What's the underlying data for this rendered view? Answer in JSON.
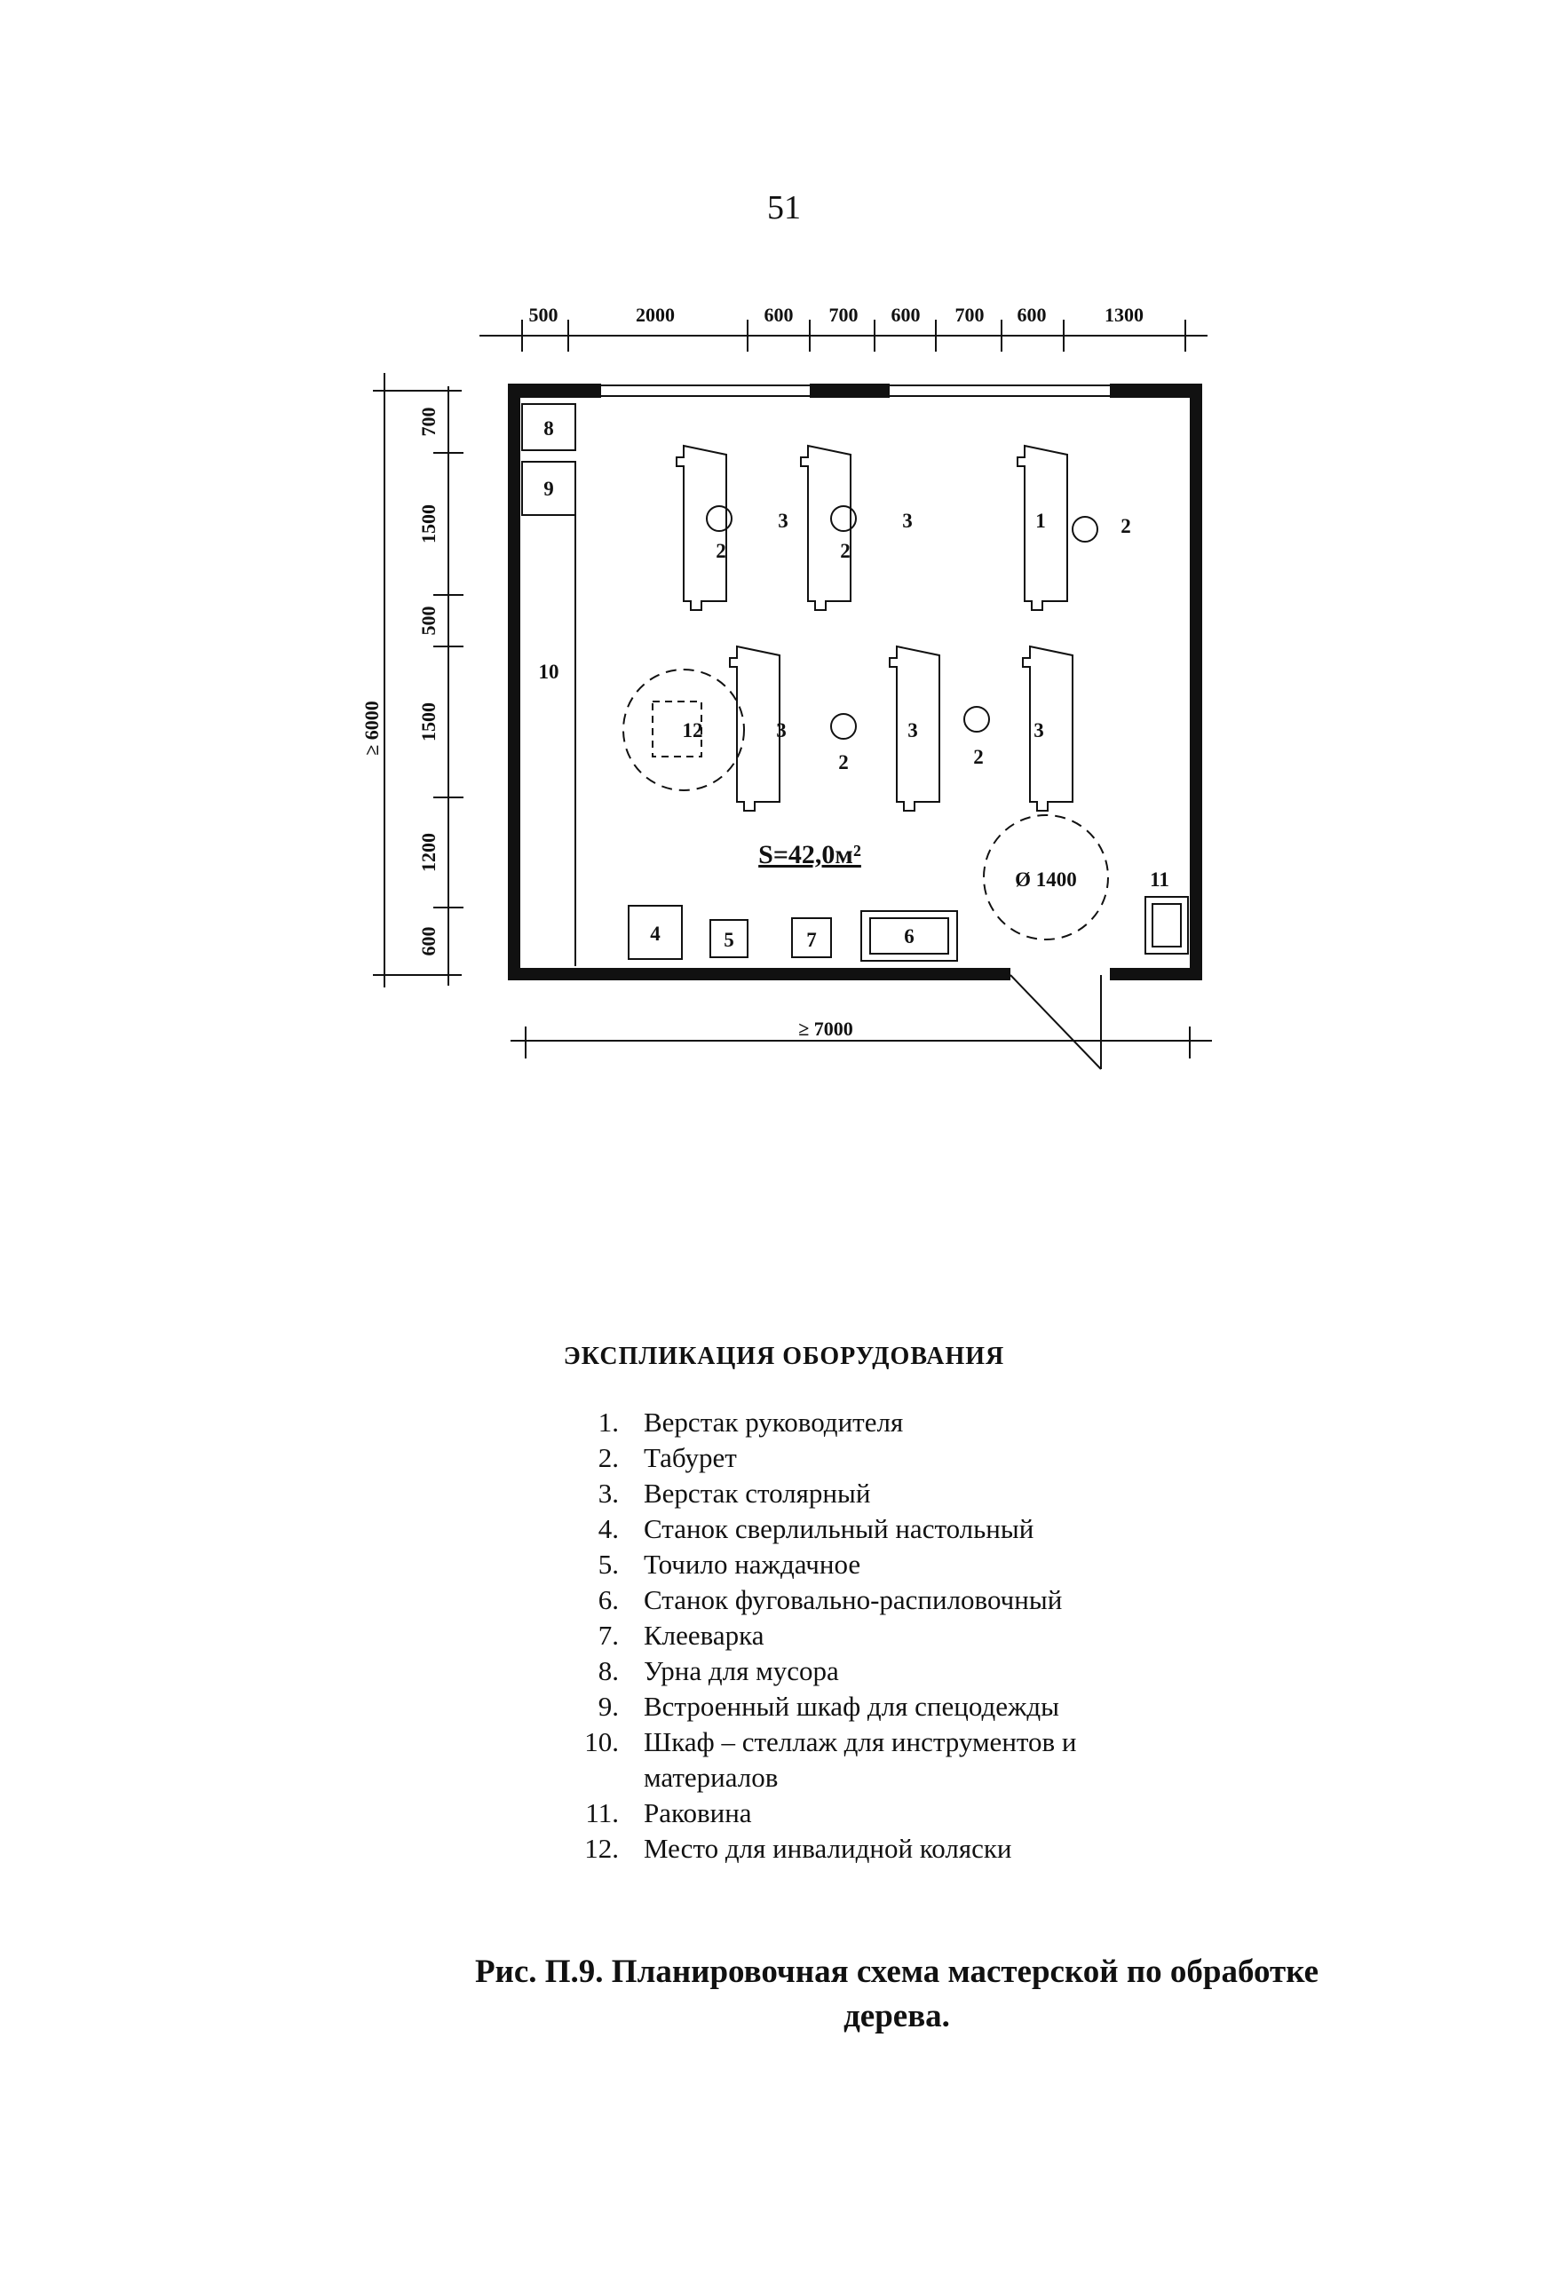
{
  "page_number": "51",
  "dimensions": {
    "top": [
      "500",
      "2000",
      "600",
      "700",
      "600",
      "700",
      "600",
      "1300"
    ],
    "left": [
      "700",
      "1500",
      "500",
      "1500",
      "1200",
      "600"
    ],
    "total_height": "≥ 6000",
    "total_width": "≥ 7000"
  },
  "plan": {
    "area": "S=42,0м²",
    "turning_circle": "Ø 1400",
    "labels": {
      "bench_teacher": "1",
      "stool": "2",
      "bench": "3",
      "drill": "4",
      "grinder": "5",
      "jointer": "6",
      "glue_pot": "7",
      "bin": "8",
      "wardrobe": "9",
      "rack": "10",
      "sink": "11",
      "wheelchair": "12"
    }
  },
  "legend": {
    "title": "ЭКСПЛИКАЦИЯ ОБОРУДОВАНИЯ",
    "items": [
      {
        "num": "1.",
        "text": "Верстак руководителя"
      },
      {
        "num": "2.",
        "text": "Табурет"
      },
      {
        "num": "3.",
        "text": "Верстак столярный"
      },
      {
        "num": "4.",
        "text": "Станок сверлильный настольный"
      },
      {
        "num": "5.",
        "text": "Точило наждачное"
      },
      {
        "num": "6.",
        "text": "Станок фуговально-распиловочный"
      },
      {
        "num": "7.",
        "text": "Клееварка"
      },
      {
        "num": "8.",
        "text": "Урна для мусора"
      },
      {
        "num": "9.",
        "text": "Встроенный шкаф для спецодежды"
      },
      {
        "num": "10.",
        "text": "Шкаф – стеллаж для инструментов и материалов"
      },
      {
        "num": "11.",
        "text": "Раковина"
      },
      {
        "num": "12.",
        "text": "Место для инвалидной коляски"
      }
    ]
  },
  "caption": {
    "line1": "Рис. П.9.  Планировочная схема мастерской по обработке",
    "line2": "дерева."
  }
}
